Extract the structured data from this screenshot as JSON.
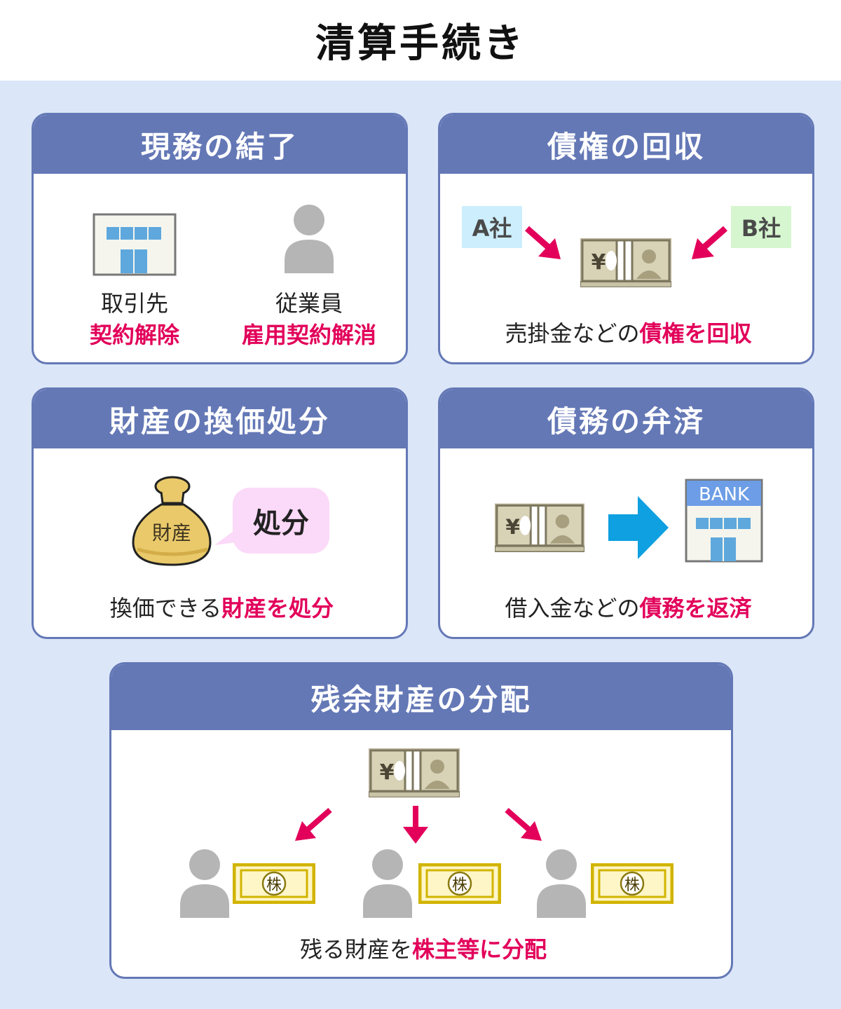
{
  "title": "清算手続き",
  "colors": {
    "header": "#6478b6",
    "background": "#dbe6f8",
    "emphasis": "#e2005a",
    "arrow_pink": "#e2005a",
    "arrow_blue": "#0ea0e0",
    "person_gray": "#b5b5b5",
    "money": "#a8a182",
    "share": "#d1b400"
  },
  "cards": {
    "business": {
      "heading": "現務の結了",
      "client_label": "取引先",
      "client_action": "契約解除",
      "employee_label": "従業員",
      "employee_action": "雇用契約解消",
      "icons": [
        "building-icon",
        "person-icon"
      ]
    },
    "credit": {
      "heading": "債権の回収",
      "company_a": "A社",
      "company_b": "B社",
      "currency_mark": "¥",
      "caption_plain": "売掛金などの",
      "caption_emph": "債権を回収"
    },
    "assets": {
      "heading": "財産の換価処分",
      "bag_label": "財産",
      "bubble_text": "処分",
      "caption_plain": "換価できる",
      "caption_emph": "財産を処分"
    },
    "debt": {
      "heading": "債務の弁済",
      "currency_mark": "¥",
      "bank_label": "BANK",
      "caption_plain": "借入金などの",
      "caption_emph": "債務を返済"
    },
    "residual": {
      "heading": "残余財産の分配",
      "currency_mark": "¥",
      "share_mark": "株",
      "caption_plain": "残る財産を",
      "caption_emph": "株主等に分配"
    }
  }
}
